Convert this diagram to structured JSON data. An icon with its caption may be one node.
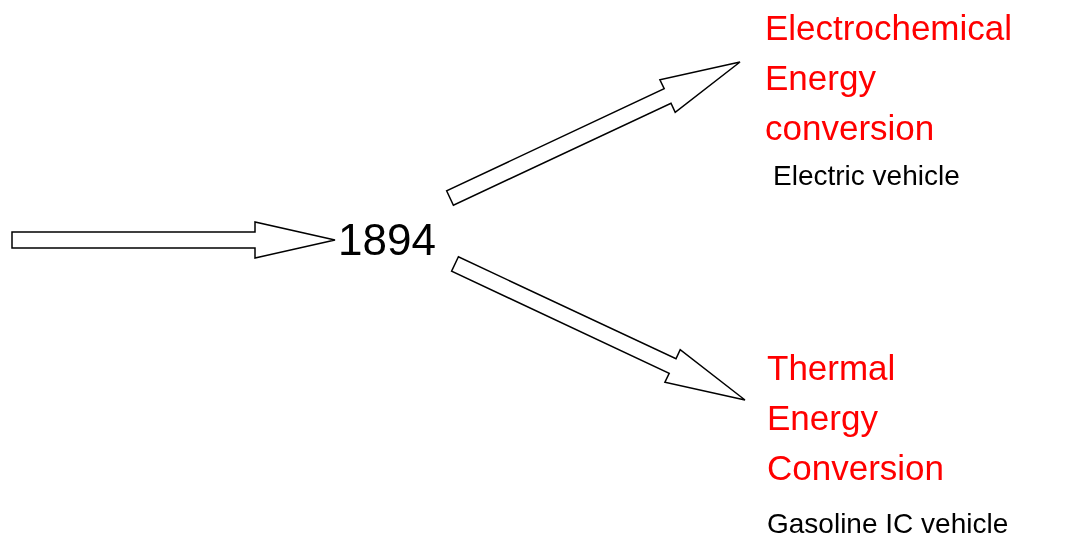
{
  "diagram": {
    "nodes": [
      {
        "text": [
          "1894"
        ]
      },
      {
        "text": [
          "Electrochemical Energy conversion"
        ],
        "beside": [
          "Electric vehicle"
        ]
      },
      {
        "text": [
          "Thermal Energy Conversion"
        ],
        "beside": [
          "Gasoline IC vehicle"
        ]
      }
    ],
    "edges": [
      {
        "from": null,
        "to": 0,
        "arrow": "to"
      },
      {
        "from": 0,
        "to": 1,
        "arrow": "to"
      },
      {
        "from": 0,
        "to": 2,
        "arrow": "to"
      }
    ]
  }
}
